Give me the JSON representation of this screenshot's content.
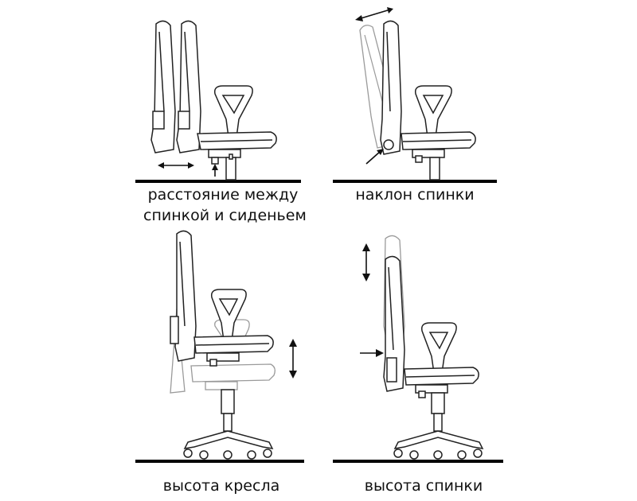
{
  "diagram": {
    "panels": [
      {
        "id": "seat-depth",
        "caption_lines": [
          "расстояние между",
          "спинкой и сиденьем"
        ]
      },
      {
        "id": "back-tilt",
        "caption_lines": [
          "наклон спинки"
        ]
      },
      {
        "id": "seat-height",
        "caption_lines": [
          "высота кресла"
        ]
      },
      {
        "id": "back-height",
        "caption_lines": [
          "высота спинки"
        ]
      }
    ]
  },
  "colors": {
    "ink": "#222222",
    "ghost": "#9a9a9a",
    "floor": "#000000",
    "background": "#ffffff"
  }
}
